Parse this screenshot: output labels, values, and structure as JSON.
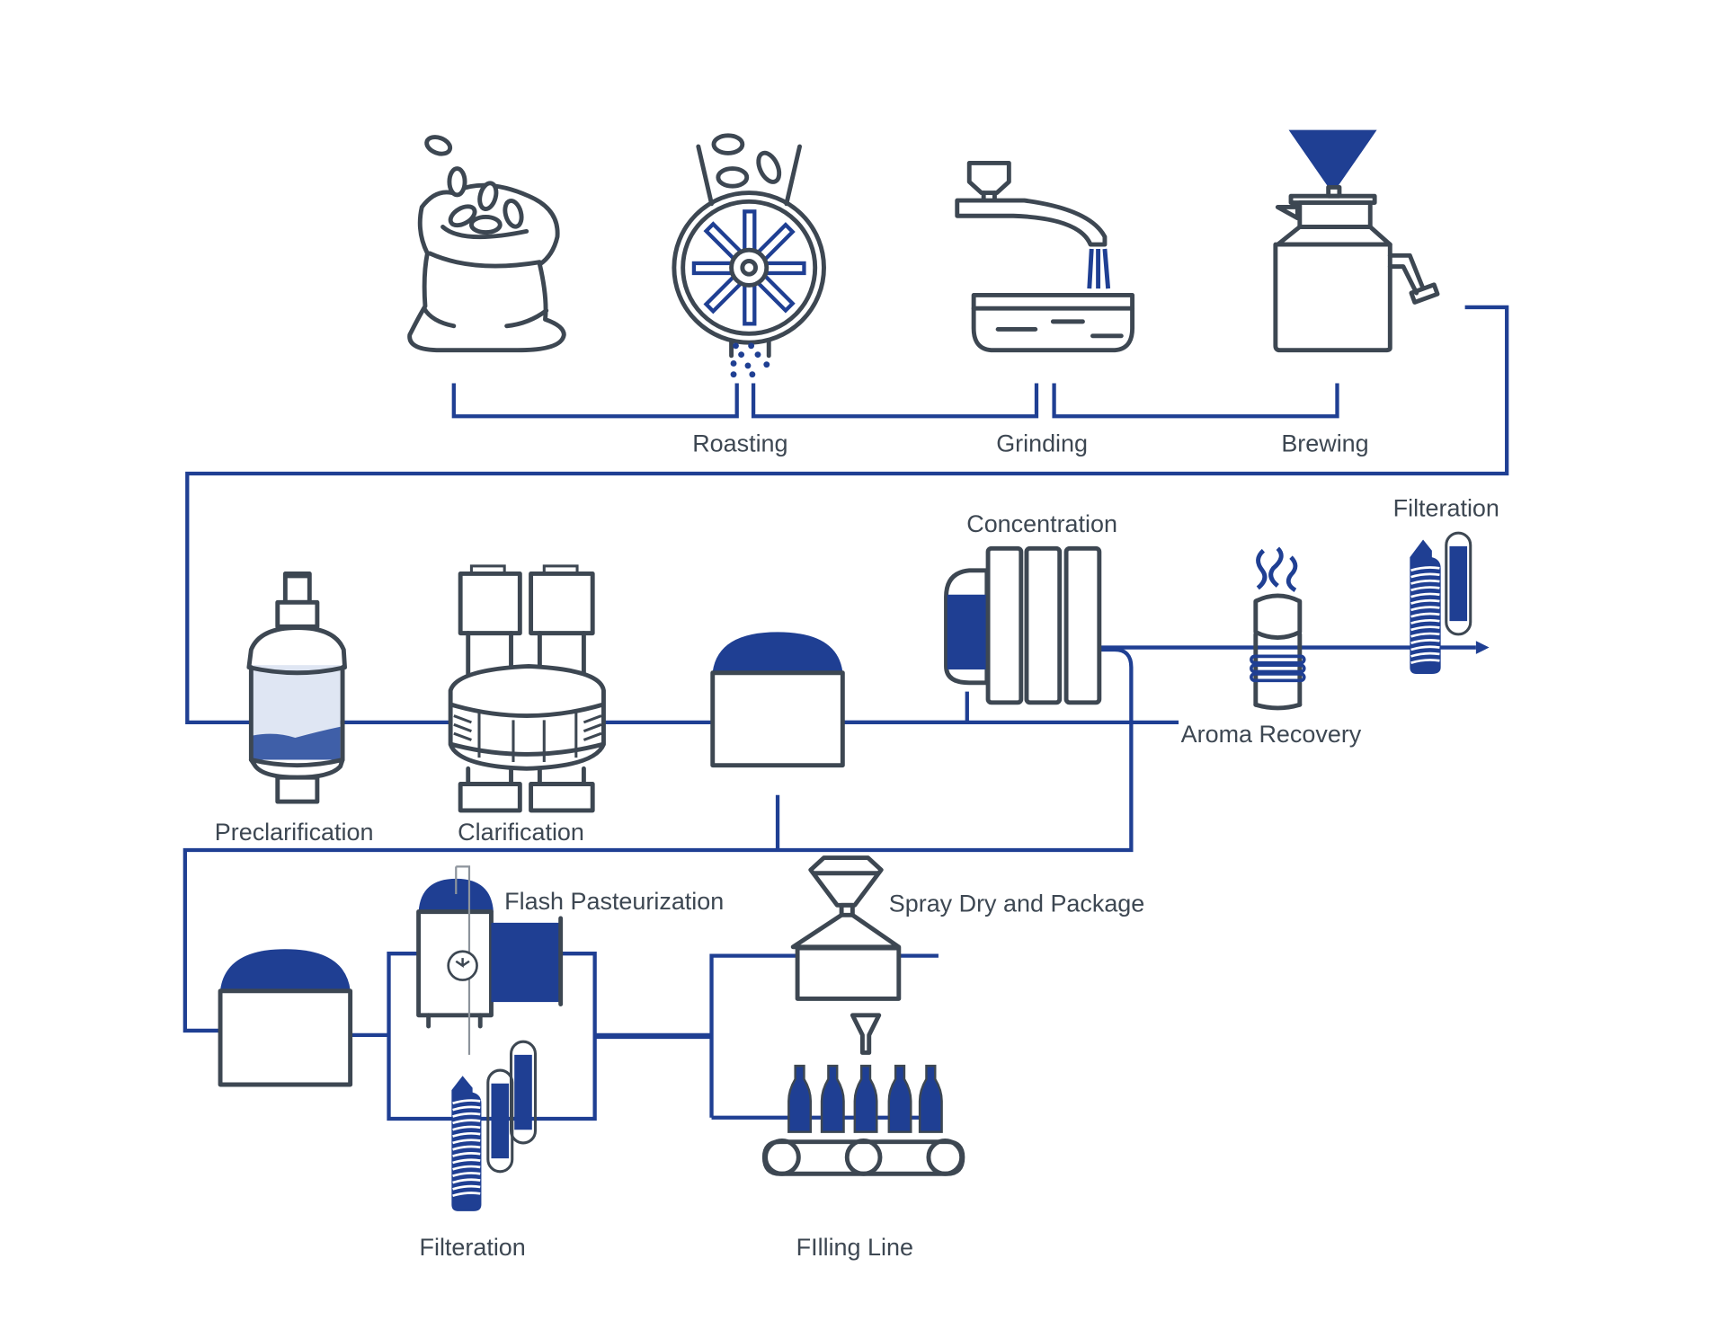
{
  "diagram": {
    "title": "Coffee Processing Flow",
    "colors": {
      "pipe": "#1f3f93",
      "outline": "#3d4752",
      "accent_fill": "#1f3f93",
      "liquid_light": "#dfe6f3",
      "liquid_mid": "#3f5fa8",
      "background": "#ffffff"
    },
    "stages": [
      {
        "id": "beans",
        "label": "",
        "icon": "coffee-bean-sack-icon"
      },
      {
        "id": "roasting",
        "label": "Roasting",
        "icon": "roaster-drum-icon"
      },
      {
        "id": "grinding",
        "label": "Grinding",
        "icon": "grinder-faucet-icon"
      },
      {
        "id": "brewing",
        "label": "Brewing",
        "icon": "brewing-kettle-icon"
      },
      {
        "id": "preclarification",
        "label": "Preclarification",
        "icon": "preclarification-tank-icon"
      },
      {
        "id": "clarification",
        "label": "Clarification",
        "icon": "clarification-separator-icon"
      },
      {
        "id": "holding-tank",
        "label": "",
        "icon": "storage-tank-icon"
      },
      {
        "id": "concentration",
        "label": "Concentration",
        "icon": "concentration-plate-icon"
      },
      {
        "id": "aroma-recovery",
        "label": "Aroma Recovery",
        "icon": "aroma-recovery-column-icon"
      },
      {
        "id": "filteration-top",
        "label": "Filteration",
        "icon": "cartridge-filter-icon"
      },
      {
        "id": "buffer-tank",
        "label": "",
        "icon": "storage-tank-icon"
      },
      {
        "id": "flash-pasteurization",
        "label": "Flash Pasteurization",
        "icon": "pasteurizer-icon"
      },
      {
        "id": "filteration-bottom",
        "label": "Filteration",
        "icon": "cartridge-filter-icon"
      },
      {
        "id": "spray-dry",
        "label": "Spray Dry and Package",
        "icon": "spray-dryer-icon"
      },
      {
        "id": "filling-line",
        "label": "FIlling Line",
        "icon": "bottle-filling-conveyor-icon"
      }
    ]
  }
}
